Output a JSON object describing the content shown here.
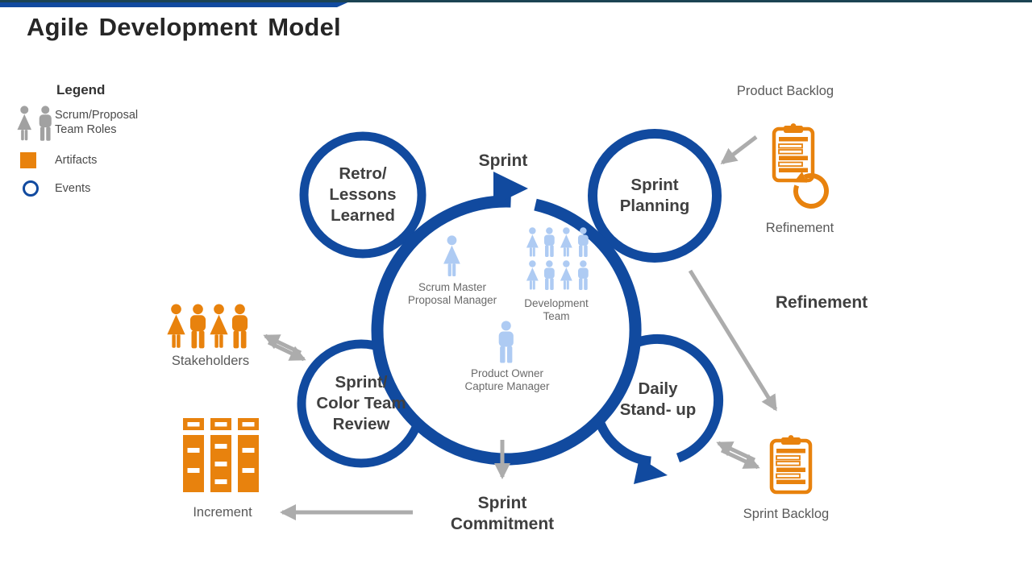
{
  "title": "Agile Development Model",
  "legend": {
    "heading": "Legend",
    "items": [
      {
        "icon": "team-roles-icon",
        "label": "Scrum/Proposal\nTeam Roles"
      },
      {
        "icon": "artifact-icon",
        "label": "Artifacts"
      },
      {
        "icon": "event-icon",
        "label": "Events"
      }
    ]
  },
  "diagram": {
    "events": {
      "retro": "Retro/\nLessons\nLearned",
      "sprint_planning": "Sprint\nPlanning",
      "daily_standup": "Daily\nStand- up",
      "sprint_review": "Sprint/\nColor Team\nReview"
    },
    "roles": {
      "scrum_master": "Scrum Master\nProposal Manager",
      "development_team": "Development\nTeam",
      "product_owner": "Product Owner\nCapture Manager"
    },
    "labels": {
      "sprint": "Sprint",
      "product_backlog": "Product Backlog",
      "refinement_icon": "Refinement",
      "refinement_flow": "Refinement",
      "stakeholders": "Stakeholders",
      "increment": "Increment",
      "sprint_commitment": "Sprint\nCommitment",
      "sprint_backlog": "Sprint Backlog"
    }
  },
  "colors": {
    "blue": "#114A9F",
    "orange": "#E8820D",
    "light_blue": "#AECBF3",
    "gray": "#ACACAC"
  }
}
